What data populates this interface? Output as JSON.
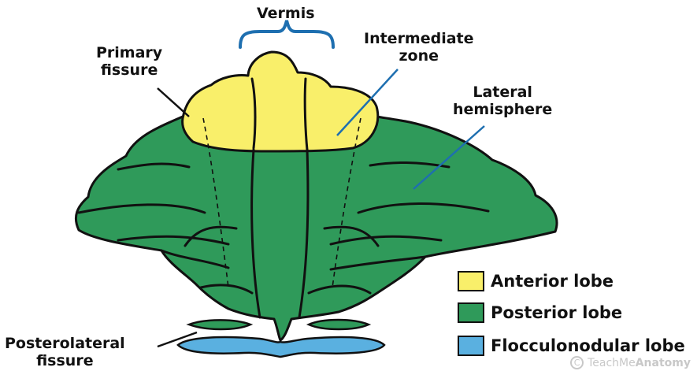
{
  "labels": {
    "vermis": "Vermis",
    "intermediate_zone": "Intermediate\nzone",
    "primary_fissure": "Primary\nfissure",
    "lateral_hemisphere": "Lateral\nhemisphere",
    "posterolateral_fissure": "Posterolateral\nfissure"
  },
  "legend": [
    {
      "label": "Anterior lobe",
      "color": "#f9ef6a"
    },
    {
      "label": "Posterior lobe",
      "color": "#2f9a5a"
    },
    {
      "label": "Flocculonodular lobe",
      "color": "#5ab0e0"
    }
  ],
  "colors": {
    "anterior": "#f9ef6a",
    "posterior": "#2f9a5a",
    "flocculonodular": "#5ab0e0",
    "leader_line": "#1e6fb0",
    "vermis_brace": "#1e6fb0",
    "outline": "#111111"
  },
  "watermark": {
    "symbol": "C",
    "text_light": "TeachMe",
    "text_bold": "Anatomy"
  }
}
